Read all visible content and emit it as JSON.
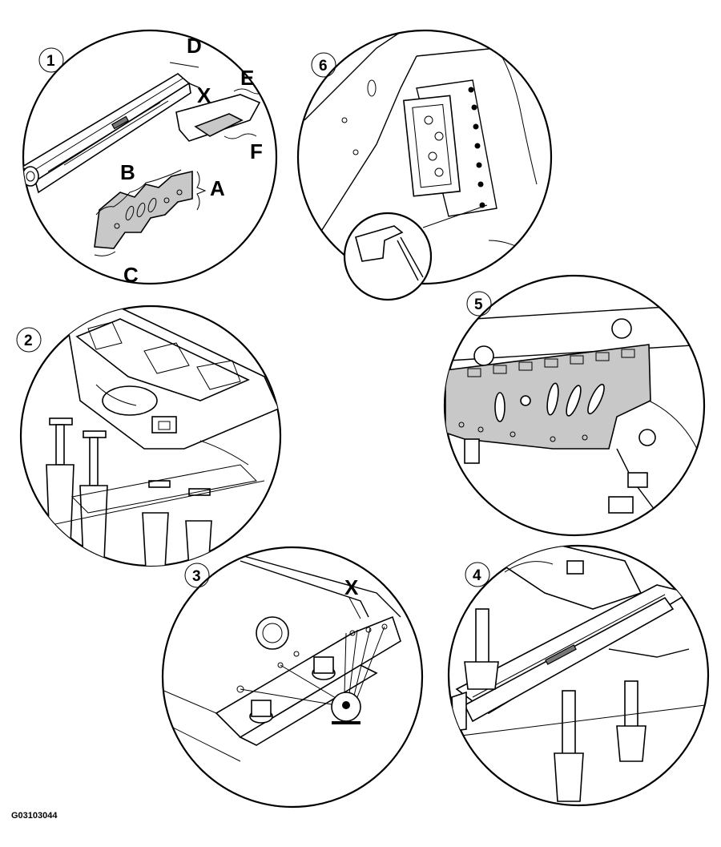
{
  "views": [
    {
      "number": "1",
      "letters": [
        "A",
        "B",
        "C",
        "D",
        "E",
        "F",
        "X"
      ]
    },
    {
      "number": "2"
    },
    {
      "number": "3",
      "letters": [
        "X"
      ]
    },
    {
      "number": "4"
    },
    {
      "number": "5"
    },
    {
      "number": "6"
    }
  ],
  "figure_code": "G03103044",
  "colors": {
    "line": "#000000",
    "shade": "#c8c8c8",
    "background": "#ffffff"
  }
}
